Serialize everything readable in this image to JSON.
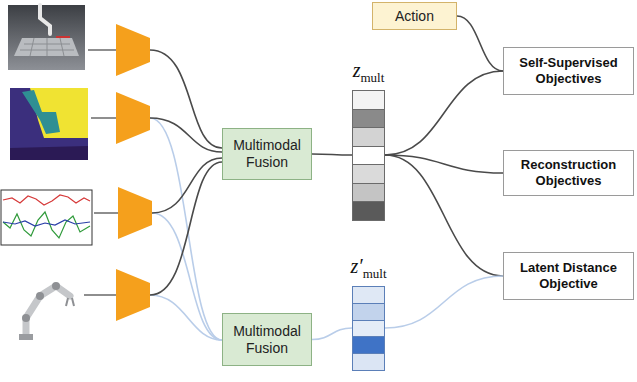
{
  "diagram": {
    "nodes": [
      {
        "text": [
          "Action"
        ]
      },
      {
        "text": [
          "Multimodal Fusion"
        ]
      },
      {
        "text": [
          "z",
          "mult"
        ]
      },
      {
        "text": [
          "Multimodal Fusion"
        ]
      },
      {
        "text": [
          "z′",
          "mult"
        ]
      },
      {
        "text": [
          "Self-Supervised Objectives"
        ]
      },
      {
        "text": [
          "Reconstruction Objectives"
        ]
      },
      {
        "text": [
          "Latent Distance Objective"
        ]
      }
    ],
    "edges": [
      {
        "from": 0,
        "to": 5,
        "arrow": "none"
      },
      {
        "from": 1,
        "to": 2,
        "arrow": "none"
      },
      {
        "from": 2,
        "to": 5,
        "arrow": "none"
      },
      {
        "from": 2,
        "to": 6,
        "arrow": "none"
      },
      {
        "from": 2,
        "to": 7,
        "arrow": "none"
      },
      {
        "from": 3,
        "to": 4,
        "arrow": "none"
      },
      {
        "from": 4,
        "to": 7,
        "arrow": "none"
      }
    ]
  }
}
